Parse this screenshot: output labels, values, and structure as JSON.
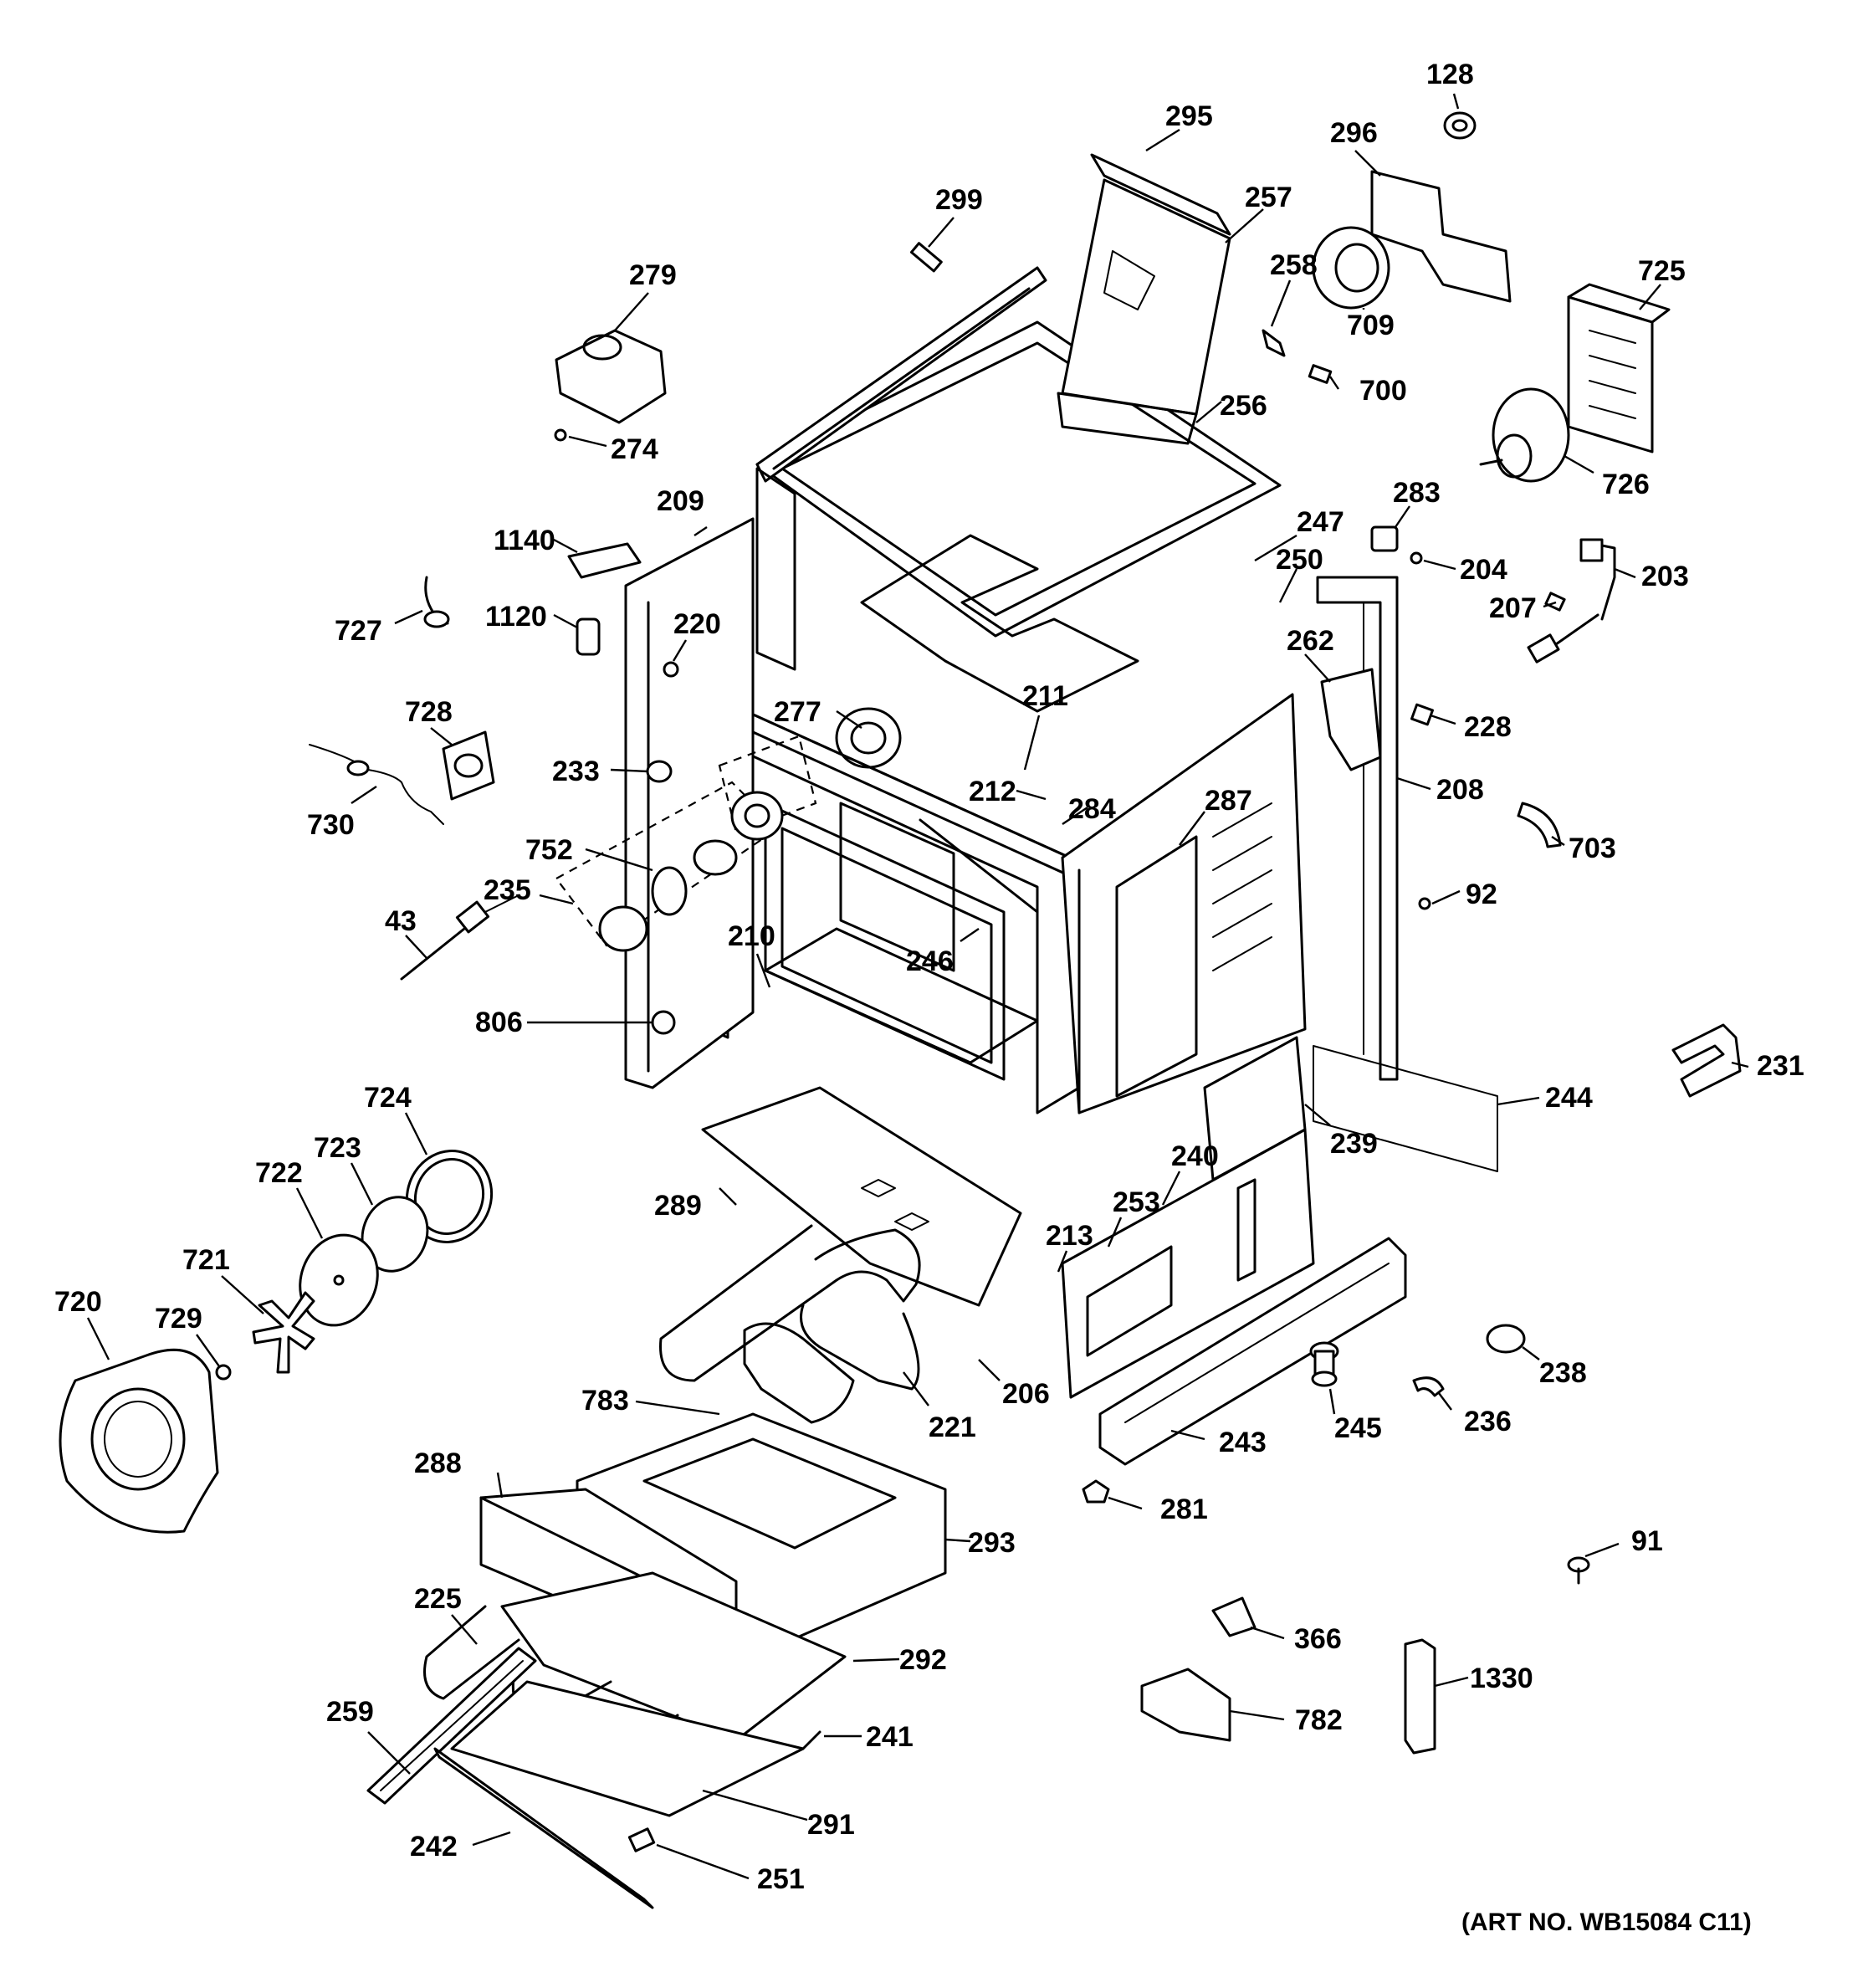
{
  "diagram": {
    "art_number": "(ART NO. WB15084 C11)",
    "callouts": [
      {
        "id": "128",
        "text": "128"
      },
      {
        "id": "295",
        "text": "295"
      },
      {
        "id": "296",
        "text": "296"
      },
      {
        "id": "299",
        "text": "299"
      },
      {
        "id": "257",
        "text": "257"
      },
      {
        "id": "279",
        "text": "279"
      },
      {
        "id": "258",
        "text": "258"
      },
      {
        "id": "725",
        "text": "725"
      },
      {
        "id": "709",
        "text": "709"
      },
      {
        "id": "700",
        "text": "700"
      },
      {
        "id": "256",
        "text": "256"
      },
      {
        "id": "274",
        "text": "274"
      },
      {
        "id": "726",
        "text": "726"
      },
      {
        "id": "283",
        "text": "283"
      },
      {
        "id": "209",
        "text": "209"
      },
      {
        "id": "247",
        "text": "247"
      },
      {
        "id": "1140",
        "text": "1140"
      },
      {
        "id": "204",
        "text": "204"
      },
      {
        "id": "250",
        "text": "250"
      },
      {
        "id": "203",
        "text": "203"
      },
      {
        "id": "727",
        "text": "727"
      },
      {
        "id": "1120",
        "text": "1120"
      },
      {
        "id": "207",
        "text": "207"
      },
      {
        "id": "220",
        "text": "220"
      },
      {
        "id": "262",
        "text": "262"
      },
      {
        "id": "211",
        "text": "211"
      },
      {
        "id": "728",
        "text": "728"
      },
      {
        "id": "277",
        "text": "277"
      },
      {
        "id": "228",
        "text": "228"
      },
      {
        "id": "233",
        "text": "233"
      },
      {
        "id": "212",
        "text": "212"
      },
      {
        "id": "284",
        "text": "284"
      },
      {
        "id": "287",
        "text": "287"
      },
      {
        "id": "208",
        "text": "208"
      },
      {
        "id": "730",
        "text": "730"
      },
      {
        "id": "752",
        "text": "752"
      },
      {
        "id": "703",
        "text": "703"
      },
      {
        "id": "235",
        "text": "235"
      },
      {
        "id": "210",
        "text": "210"
      },
      {
        "id": "92",
        "text": "92"
      },
      {
        "id": "43",
        "text": "43"
      },
      {
        "id": "246",
        "text": "246"
      },
      {
        "id": "806",
        "text": "806"
      },
      {
        "id": "231",
        "text": "231"
      },
      {
        "id": "724",
        "text": "724"
      },
      {
        "id": "244",
        "text": "244"
      },
      {
        "id": "723",
        "text": "723"
      },
      {
        "id": "239",
        "text": "239"
      },
      {
        "id": "722",
        "text": "722"
      },
      {
        "id": "240",
        "text": "240"
      },
      {
        "id": "289",
        "text": "289"
      },
      {
        "id": "253",
        "text": "253"
      },
      {
        "id": "721",
        "text": "721"
      },
      {
        "id": "213",
        "text": "213"
      },
      {
        "id": "720",
        "text": "720"
      },
      {
        "id": "729",
        "text": "729"
      },
      {
        "id": "238",
        "text": "238"
      },
      {
        "id": "206",
        "text": "206"
      },
      {
        "id": "245",
        "text": "245"
      },
      {
        "id": "236",
        "text": "236"
      },
      {
        "id": "783",
        "text": "783"
      },
      {
        "id": "221",
        "text": "221"
      },
      {
        "id": "243",
        "text": "243"
      },
      {
        "id": "288",
        "text": "288"
      },
      {
        "id": "281",
        "text": "281"
      },
      {
        "id": "293",
        "text": "293"
      },
      {
        "id": "91",
        "text": "91"
      },
      {
        "id": "225",
        "text": "225"
      },
      {
        "id": "366",
        "text": "366"
      },
      {
        "id": "292",
        "text": "292"
      },
      {
        "id": "1330",
        "text": "1330"
      },
      {
        "id": "259",
        "text": "259"
      },
      {
        "id": "782",
        "text": "782"
      },
      {
        "id": "241",
        "text": "241"
      },
      {
        "id": "291",
        "text": "291"
      },
      {
        "id": "242",
        "text": "242"
      },
      {
        "id": "251",
        "text": "251"
      }
    ]
  }
}
